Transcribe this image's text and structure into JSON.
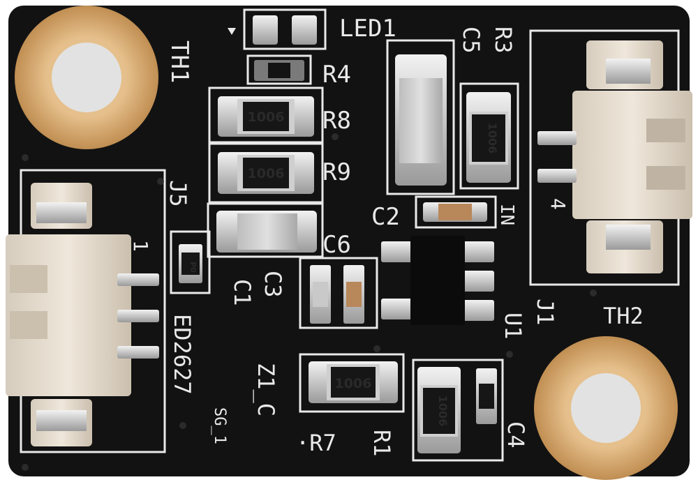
{
  "board": {
    "silk_color": "#e9e9e9",
    "mask_color": "#121212",
    "pad_color": "#d9d9d9",
    "copper_ring_color": "#d2a46a",
    "connector_color": "#e6dccd",
    "labels": {
      "th1": "TH1",
      "th2": "TH2",
      "led1": "LED1",
      "r3": "R3",
      "c5": "C5",
      "r4": "R4",
      "r8": "R8",
      "r9": "R9",
      "j5": "J5",
      "c2": "C2",
      "in": "IN",
      "c6": "C6",
      "c3": "C3",
      "c1": "C1",
      "j1": "J1",
      "u1": "U1",
      "ed": "ED2627",
      "sg": "SG_1",
      "z1c": "Z1_C",
      "r7": "·R7",
      "r1": "R1",
      "c4": "C4",
      "pin4": "4",
      "pin1": "1"
    },
    "marks": {
      "r8": "1006",
      "r9": "1006",
      "r3": "1006",
      "r7": "1006",
      "r1": "1006",
      "j5small": "P0"
    }
  }
}
